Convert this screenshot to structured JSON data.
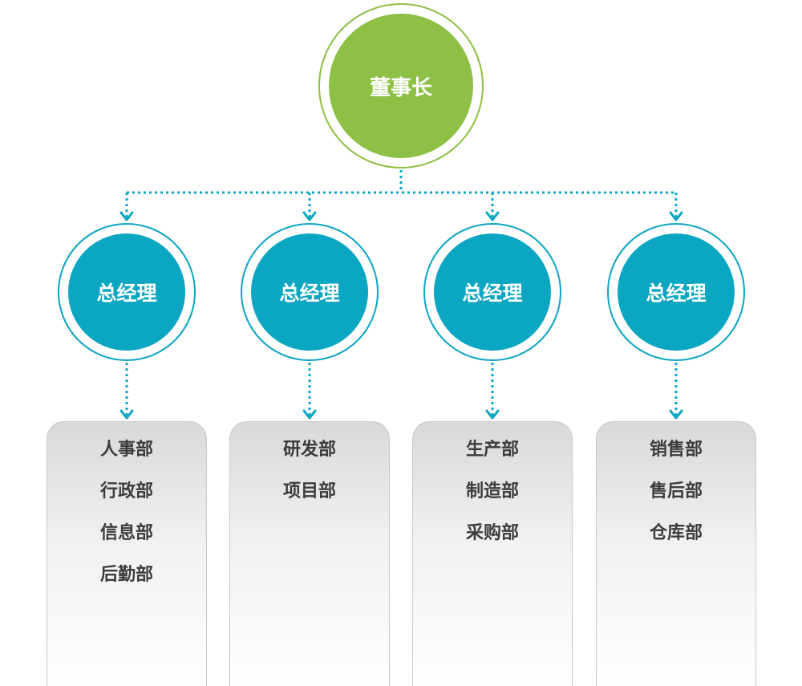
{
  "colors": {
    "chairman": "#8dc044",
    "manager": "#0aa6c2",
    "connector": "#0aa6c2",
    "box_text": "#3c3c3c"
  },
  "chairman": {
    "label": "董事长"
  },
  "managers": [
    {
      "label": "总经理",
      "departments": [
        "人事部",
        "行政部",
        "信息部",
        "后勤部"
      ]
    },
    {
      "label": "总经理",
      "departments": [
        "研发部",
        "项目部"
      ]
    },
    {
      "label": "总经理",
      "departments": [
        "生产部",
        "制造部",
        "采购部"
      ]
    },
    {
      "label": "总经理",
      "departments": [
        "销售部",
        "售后部",
        "仓库部"
      ]
    }
  ]
}
